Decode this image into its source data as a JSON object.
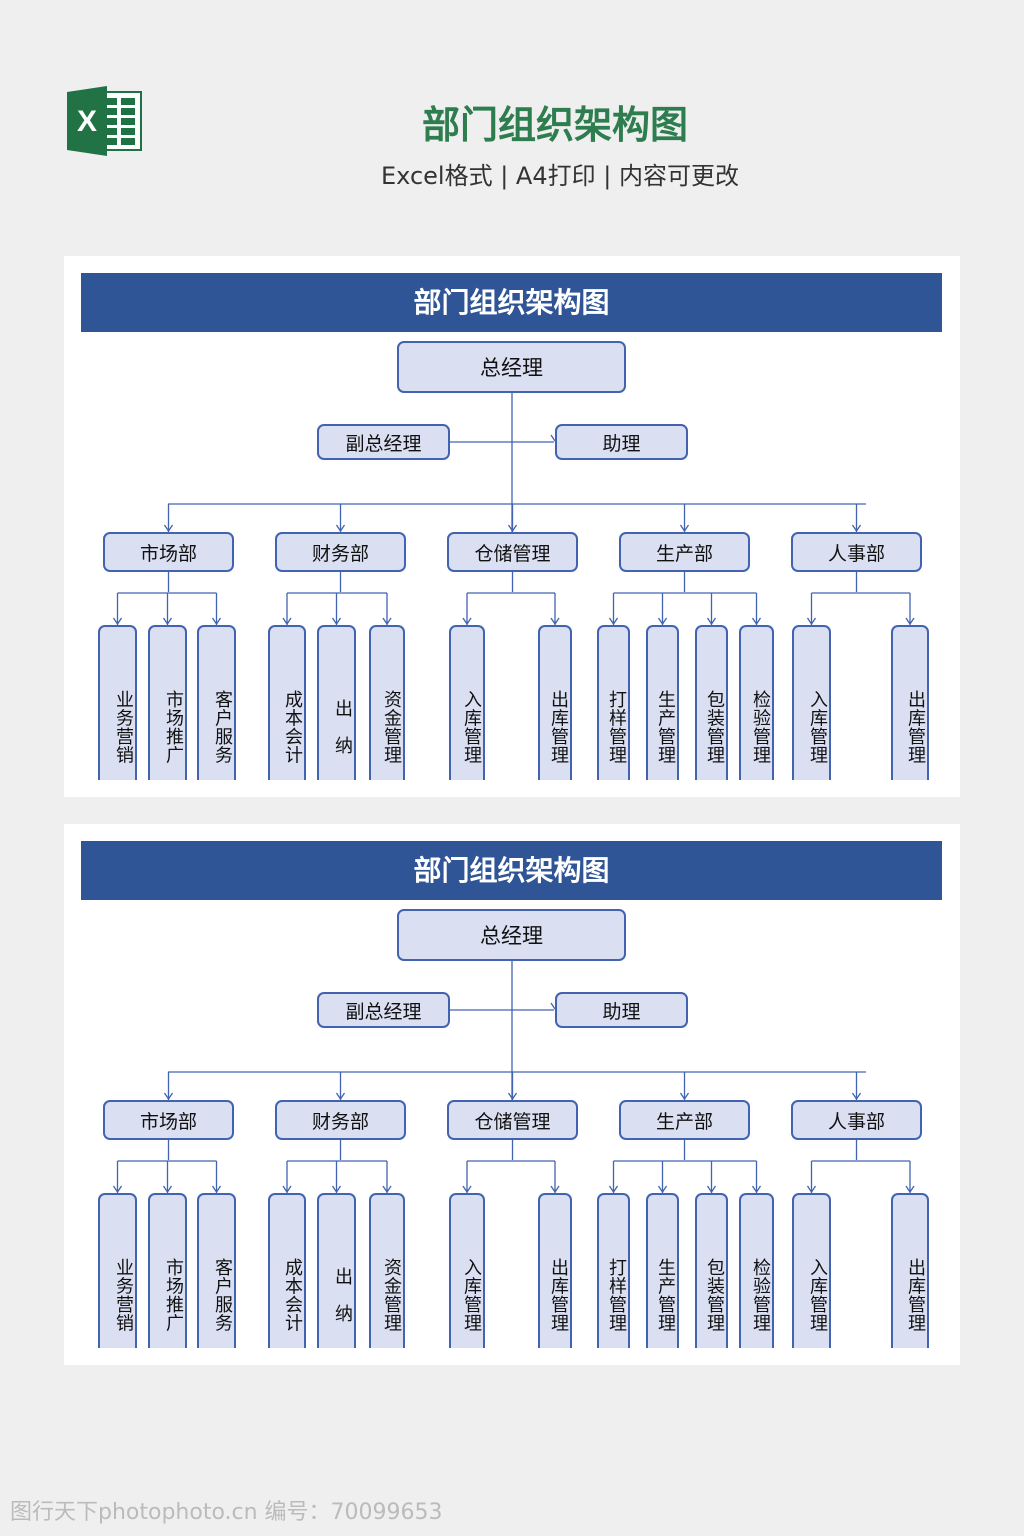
{
  "header": {
    "logo_text": "X",
    "title": "部门组织架构图",
    "subtitle": "Excel格式 | A4打印 | 内容可更改"
  },
  "chart": {
    "title": "部门组织架构图",
    "ceo": "总经理",
    "deputy": "副总经理",
    "assistant": "助理",
    "departments": [
      {
        "name": "市场部",
        "children": [
          "业务营销",
          "市场推广",
          "客户服务"
        ]
      },
      {
        "name": "财务部",
        "children": [
          "成本会计",
          "出　纳",
          "资金管理"
        ]
      },
      {
        "name": "仓储管理",
        "children": [
          "入库管理",
          "出库管理"
        ]
      },
      {
        "name": "生产部",
        "children": [
          "打样管理",
          "生产管理",
          "包装管理",
          "检验管理"
        ]
      },
      {
        "name": "人事部",
        "children": [
          "入库管理",
          "出库管理"
        ]
      }
    ],
    "colors": {
      "header": "#2f5597",
      "box_fill": "#dae0f2",
      "border": "#4163b0"
    }
  },
  "watermark": "图行天下photophoto.cn 编号：70099653"
}
